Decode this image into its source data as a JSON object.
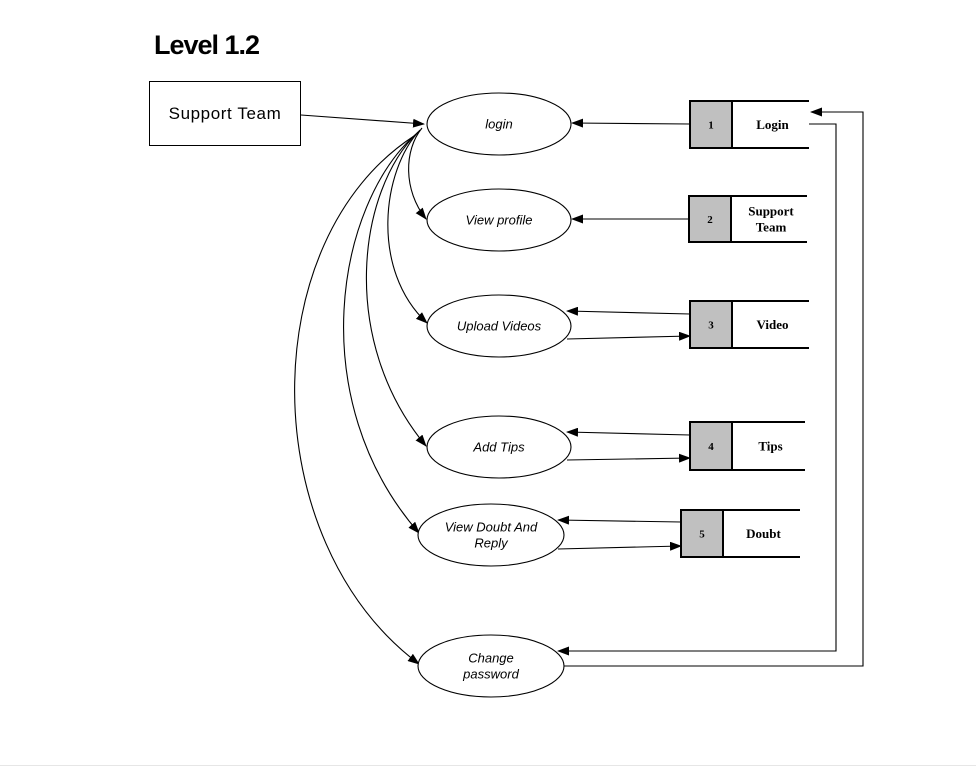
{
  "diagram": {
    "title": "Level 1.2",
    "external_entity": {
      "label": "Support Team"
    },
    "processes": [
      {
        "id": "login",
        "lines": [
          "login"
        ]
      },
      {
        "id": "view-profile",
        "lines": [
          "View profile"
        ]
      },
      {
        "id": "upload-videos",
        "lines": [
          "Upload Videos"
        ]
      },
      {
        "id": "add-tips",
        "lines": [
          "Add Tips"
        ]
      },
      {
        "id": "view-doubt",
        "lines": [
          "View Doubt And",
          "Reply"
        ]
      },
      {
        "id": "change-password",
        "lines": [
          "Change",
          "password"
        ]
      }
    ],
    "data_stores": [
      {
        "number": "1",
        "lines": [
          "Login"
        ]
      },
      {
        "number": "2",
        "lines": [
          "Support",
          "Team"
        ]
      },
      {
        "number": "3",
        "lines": [
          "Video"
        ]
      },
      {
        "number": "4",
        "lines": [
          "Tips"
        ]
      },
      {
        "number": "5",
        "lines": [
          "Doubt"
        ]
      }
    ],
    "colors": {
      "store_number_fill": "#c0c0c0",
      "stroke": "#000000"
    }
  }
}
